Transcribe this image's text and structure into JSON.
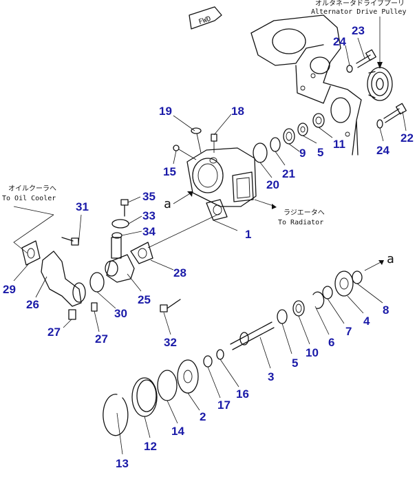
{
  "labels": {
    "alternator_jp": "オルタネータドライブプーリ",
    "alternator_en": "Alternator Drive Pulley",
    "oilcooler_jp": "オイルクーラへ",
    "oilcooler_en": "To Oil Cooler",
    "radiator_jp": "ラジエータへ",
    "radiator_en": "To Radiator",
    "fwd": "FWD",
    "view_a1": "a",
    "view_a2": "a"
  },
  "callouts": [
    "1",
    "2",
    "3",
    "4",
    "5",
    "5",
    "6",
    "7",
    "8",
    "9",
    "10",
    "11",
    "12",
    "13",
    "14",
    "15",
    "16",
    "17",
    "18",
    "19",
    "20",
    "21",
    "22",
    "23",
    "24",
    "24",
    "25",
    "26",
    "27",
    "27",
    "28",
    "29",
    "30",
    "31",
    "32",
    "33",
    "34",
    "35"
  ]
}
